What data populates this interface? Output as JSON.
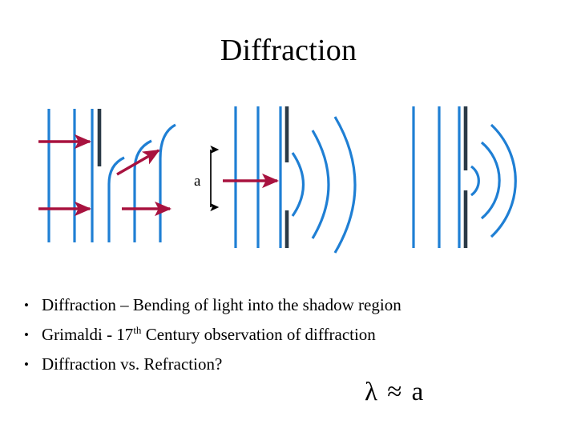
{
  "slide": {
    "title": "Diffraction",
    "background_color": "#ffffff"
  },
  "palette": {
    "wavefront_blue": "#1f7fd4",
    "barrier_dark": "#2b3a47",
    "arrow_red": "#a8123f",
    "text_black": "#000000"
  },
  "figures": [
    {
      "id": "figure-1",
      "name": "edge-diffraction-diagram",
      "caption_label": "",
      "description": "Plane wavefronts striking a straight edge; waves bend into the shadow region behind the edge",
      "incoming_wavefront_count": 3,
      "outgoing_wavefront_count": 3,
      "barrier_type": "half-plane-edge",
      "arrows": [
        {
          "name": "incident-ray-upper",
          "direction": "right"
        },
        {
          "name": "incident-ray-lower",
          "direction": "right"
        },
        {
          "name": "diffracted-ray-diagonal",
          "direction": "up-right"
        },
        {
          "name": "transmitted-ray",
          "direction": "right"
        }
      ]
    },
    {
      "id": "figure-2",
      "name": "wide-slit-diffraction-diagram",
      "caption_label": "a",
      "description": "Plane wavefronts passing through a wide slit of width a, producing slightly curved wavefronts",
      "incoming_wavefront_count": 3,
      "outgoing_wavefront_count": 3,
      "barrier_type": "wide-slit",
      "slit_label": "a",
      "arrows": [
        {
          "name": "slit-width-dimension-arrow",
          "direction": "vertical-double"
        },
        {
          "name": "incident-ray",
          "direction": "right"
        }
      ]
    },
    {
      "id": "figure-3",
      "name": "narrow-slit-diffraction-diagram",
      "caption_label": "",
      "description": "Plane wavefronts passing through a narrow slit, producing circular wavefronts",
      "incoming_wavefront_count": 3,
      "outgoing_wavefront_count": 3,
      "barrier_type": "narrow-slit",
      "arrows": []
    }
  ],
  "bullets": [
    {
      "marker": "•",
      "pre": "Diffraction – Bending of light into the shadow region",
      "sup": "",
      "post": ""
    },
    {
      "marker": "•",
      "pre": "Grimaldi - 17",
      "sup": "th",
      "post": " Century observation of diffraction"
    },
    {
      "marker": "•",
      "pre": "Diffraction vs. Refraction?",
      "sup": "",
      "post": ""
    }
  ],
  "formula": {
    "text": "λ ≈ a"
  }
}
